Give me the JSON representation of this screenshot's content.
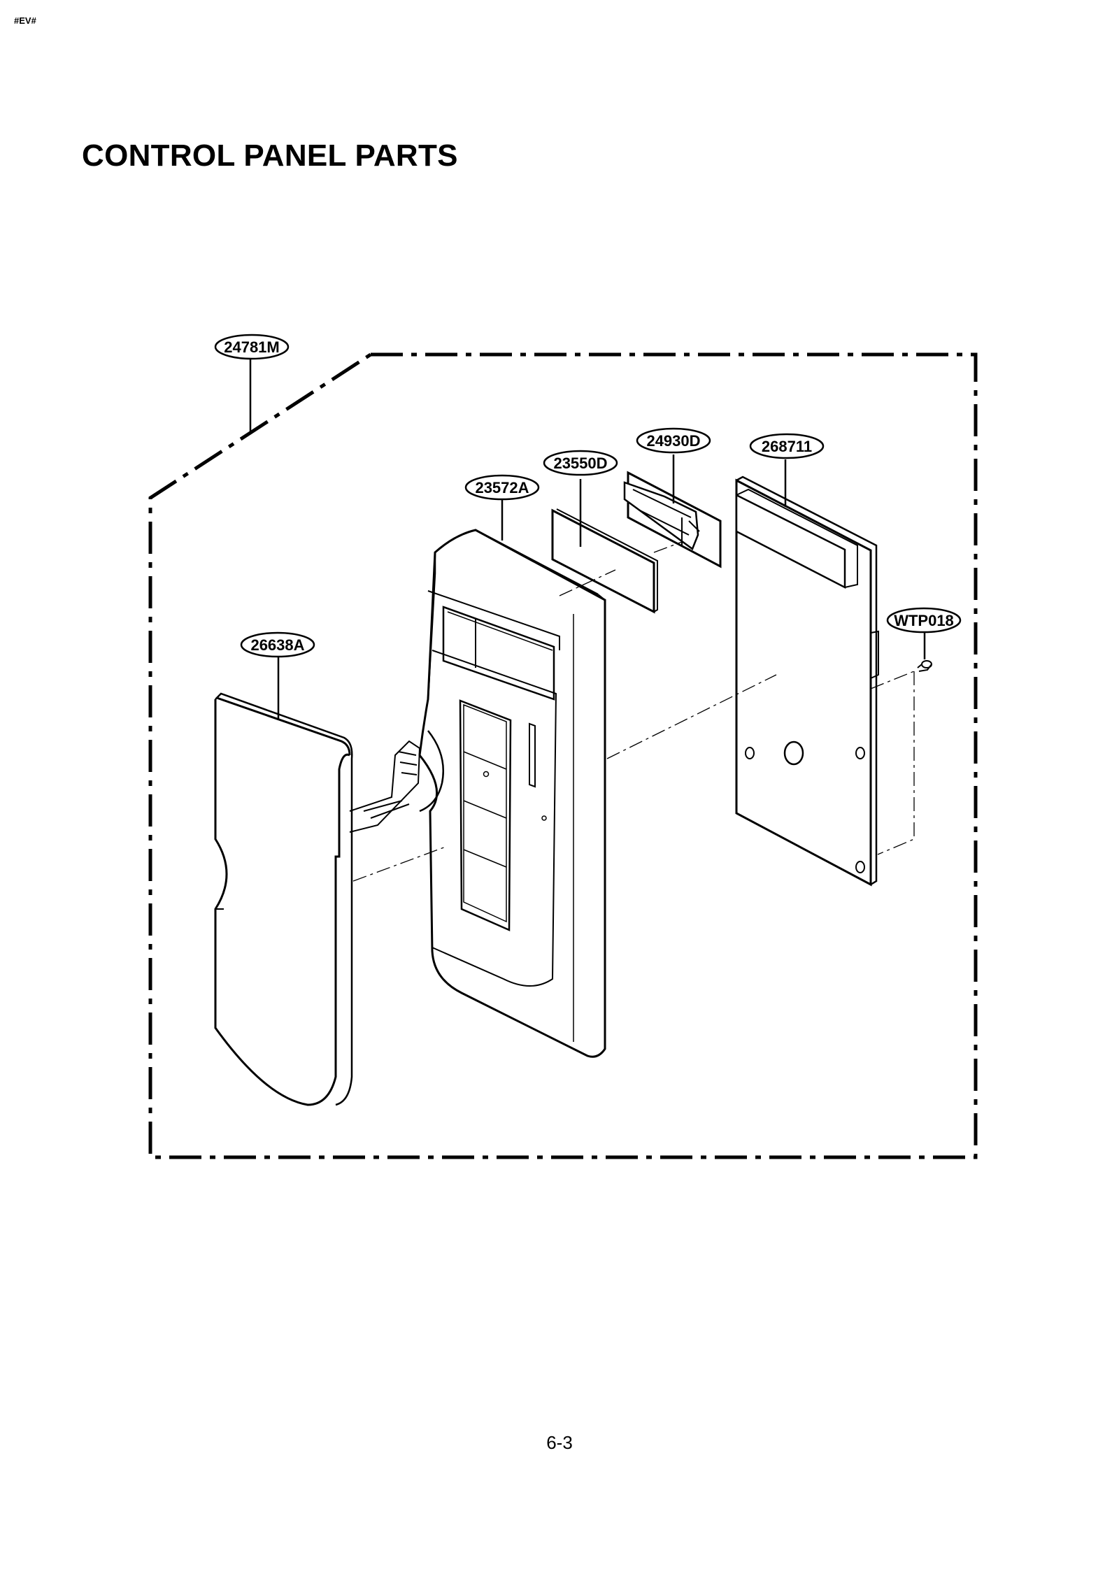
{
  "header": {
    "mark": "#EV#"
  },
  "title": "CONTROL PANEL PARTS",
  "page_number": "6-3",
  "parts": {
    "assembly": "24781M",
    "bracket": "26638A",
    "panel": "23572A",
    "window": "23550D",
    "holder": "24930D",
    "pcb": "268711",
    "screw": "WTP018"
  }
}
